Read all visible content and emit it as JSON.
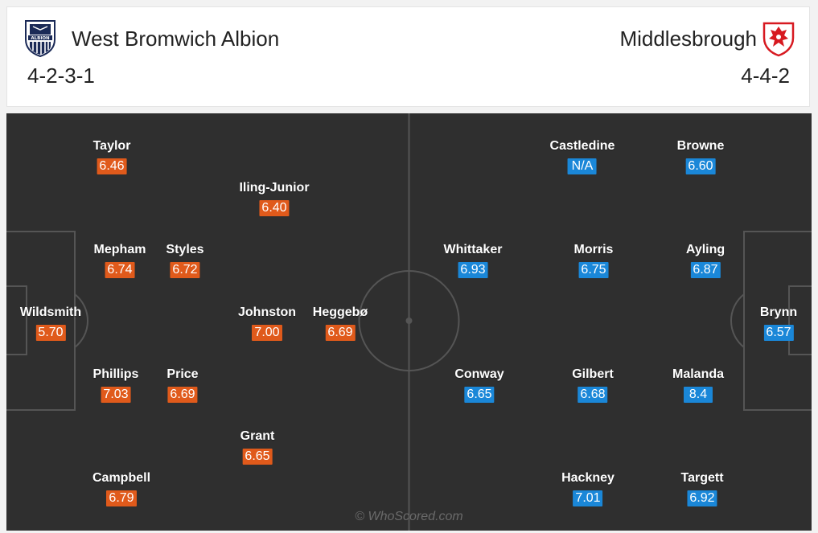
{
  "home": {
    "name": "West Bromwich Albion",
    "formation": "4-2-3-1",
    "crest": "west-brom-crest",
    "crest_text": "ALBION",
    "color": "#e05a1b",
    "players": [
      {
        "name": "Wildsmith",
        "rating": "5.70"
      },
      {
        "name": "Taylor",
        "rating": "6.46"
      },
      {
        "name": "Mepham",
        "rating": "6.74"
      },
      {
        "name": "Phillips",
        "rating": "7.03"
      },
      {
        "name": "Campbell",
        "rating": "6.79"
      },
      {
        "name": "Styles",
        "rating": "6.72"
      },
      {
        "name": "Price",
        "rating": "6.69"
      },
      {
        "name": "Iling-Junior",
        "rating": "6.40"
      },
      {
        "name": "Johnston",
        "rating": "7.00"
      },
      {
        "name": "Grant",
        "rating": "6.65"
      },
      {
        "name": "Heggebø",
        "rating": "6.69"
      }
    ]
  },
  "away": {
    "name": "Middlesbrough",
    "formation": "4-4-2",
    "crest": "middlesbrough-crest",
    "color": "#1a87d8",
    "players": [
      {
        "name": "Brynn",
        "rating": "6.57"
      },
      {
        "name": "Browne",
        "rating": "6.60"
      },
      {
        "name": "Ayling",
        "rating": "6.87"
      },
      {
        "name": "Malanda",
        "rating": "8.4"
      },
      {
        "name": "Targett",
        "rating": "6.92"
      },
      {
        "name": "Castledine",
        "rating": "N/A"
      },
      {
        "name": "Morris",
        "rating": "6.75"
      },
      {
        "name": "Gilbert",
        "rating": "6.68"
      },
      {
        "name": "Hackney",
        "rating": "7.01"
      },
      {
        "name": "Whittaker",
        "rating": "6.93"
      },
      {
        "name": "Conway",
        "rating": "6.65"
      }
    ]
  },
  "watermark": "© WhoScored.com"
}
